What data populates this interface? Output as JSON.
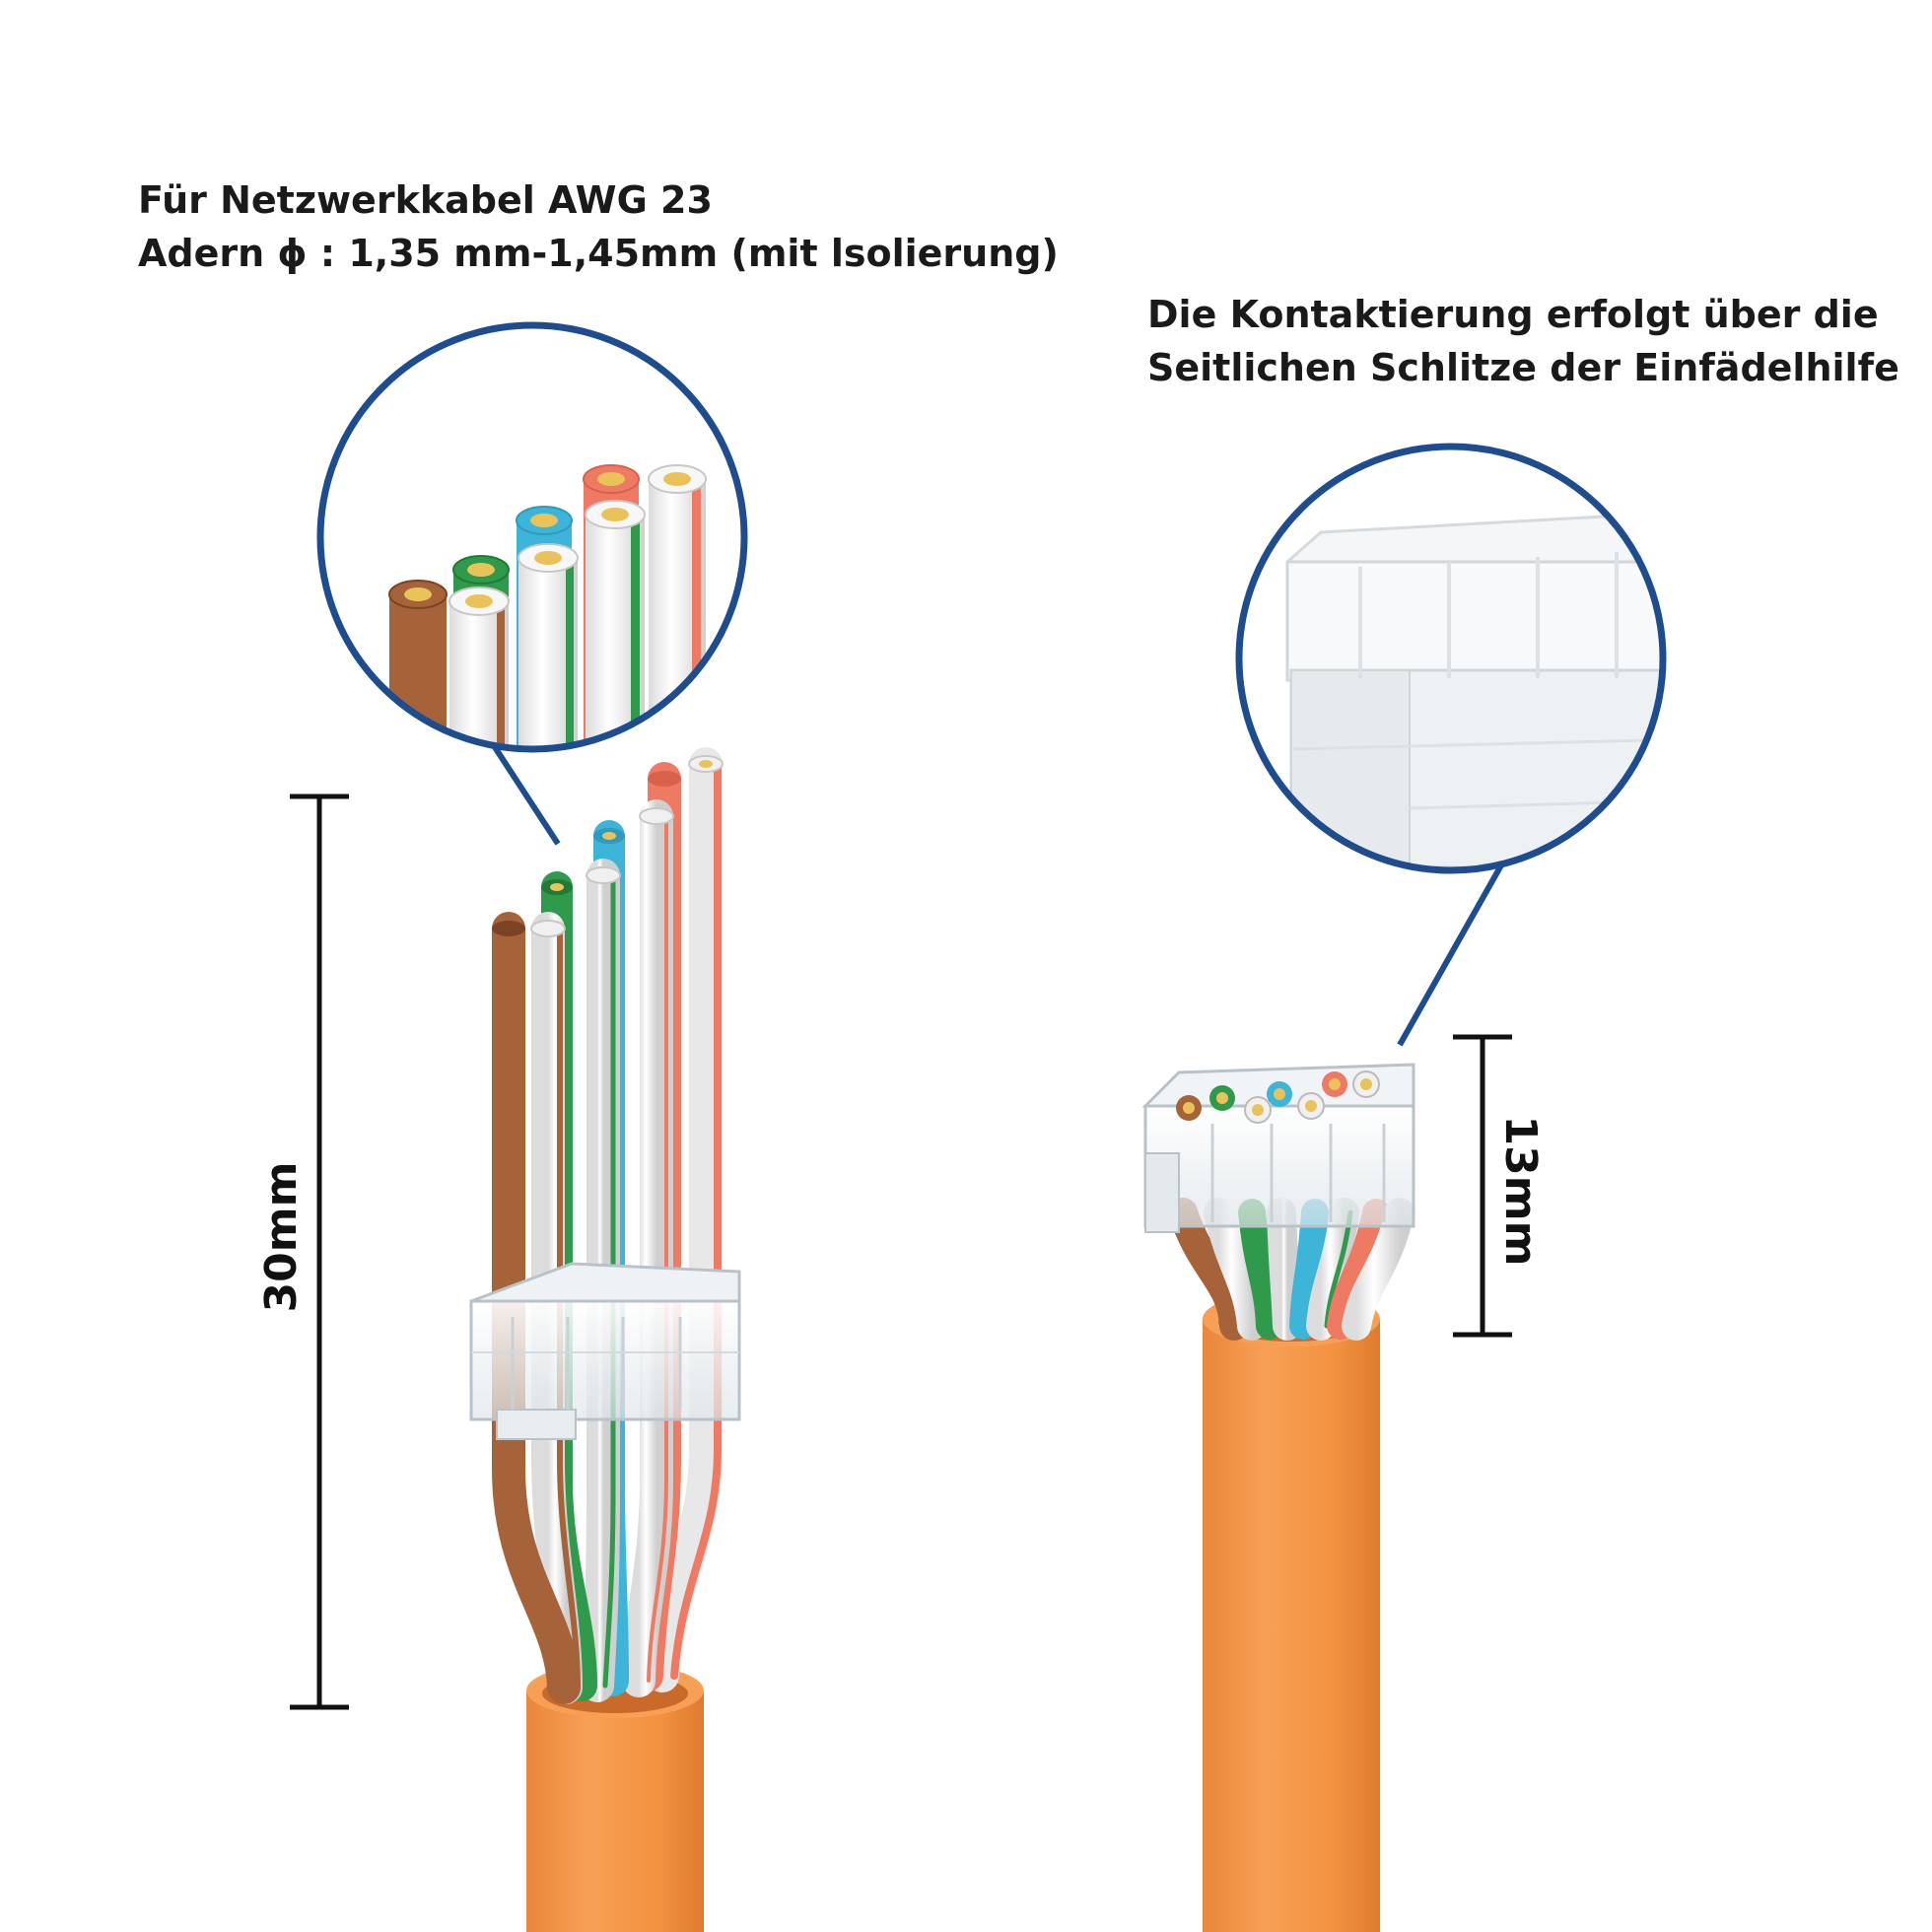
{
  "left_caption": {
    "line1": "Für Netzwerkkabel AWG 23",
    "line2": "Adern ϕ : 1,35 mm-1,45mm (mit lsolierung)"
  },
  "right_caption": {
    "line1": "Die Kontaktierung erfolgt über die",
    "line2": "Seitlichen Schlitze der Einfädelhilfe"
  },
  "dimensions": {
    "left_length": "30mm",
    "right_length": "13mm"
  },
  "colors": {
    "cable_jacket": "#f2923f",
    "callout_ring": "#1e4d8f",
    "wire_orange": "#ef7a63",
    "wire_blue": "#3cb5d8",
    "wire_green": "#2f9a4b",
    "wire_brown": "#a6633a",
    "wire_white": "#f4f4f4",
    "copper_core": "#e9c35a"
  },
  "icons": [
    "twisted-pair-cable-icon",
    "threading-aid-icon",
    "rj45-connector-icon"
  ]
}
